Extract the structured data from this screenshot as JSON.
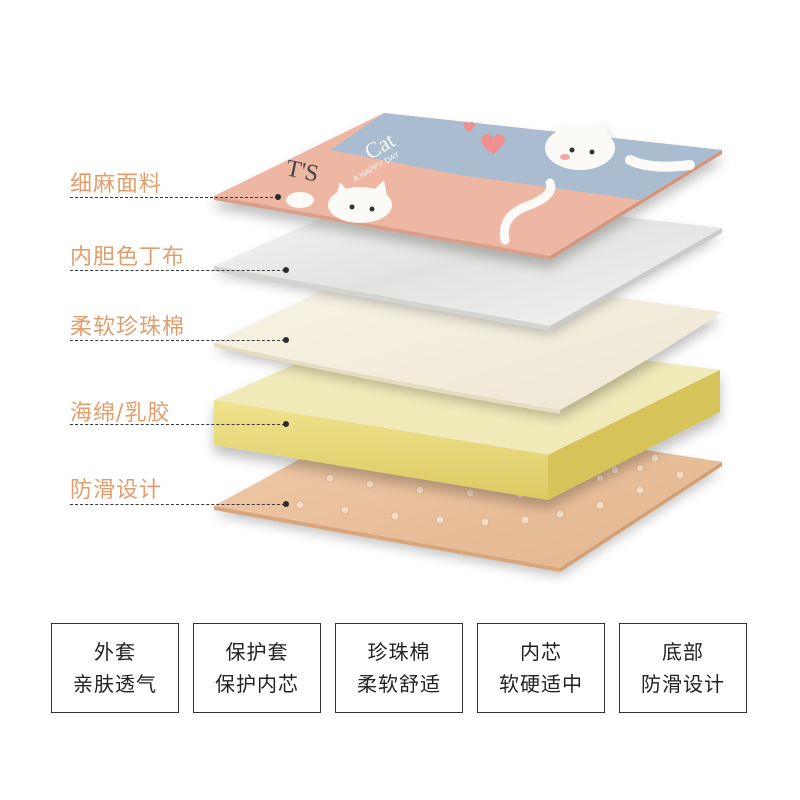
{
  "layers": [
    {
      "id": "fabric",
      "label": "细麻面料"
    },
    {
      "id": "lining",
      "label": "内胆色丁布"
    },
    {
      "id": "pearl",
      "label": "柔软珍珠棉"
    },
    {
      "id": "sponge",
      "label": "海绵/乳胶"
    },
    {
      "id": "antislip",
      "label": "防滑设计"
    }
  ],
  "cover_art": {
    "text1": "T'S",
    "text2": "Cat",
    "text3": "A HAPPY DAY"
  },
  "features": [
    {
      "line1": "外套",
      "line2": "亲肤透气"
    },
    {
      "line1": "保护套",
      "line2": "保护内芯"
    },
    {
      "line1": "珍珠棉",
      "line2": "柔软舒适"
    },
    {
      "line1": "内芯",
      "line2": "软硬适中"
    },
    {
      "line1": "底部",
      "line2": "防滑设计"
    }
  ],
  "colors": {
    "label": "#e39d6b",
    "cover_pink": "#eeb7a3",
    "cover_blue": "#a9bcd0",
    "satin": "#ececea",
    "pearl": "#f3eddd",
    "sponge": "#e6d77a",
    "antislip": "#ecc29f"
  }
}
